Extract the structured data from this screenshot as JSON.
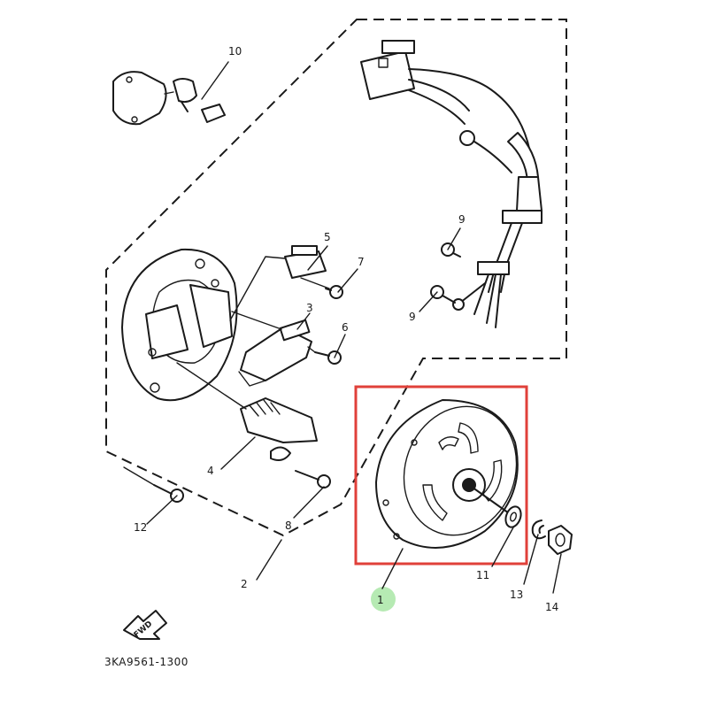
{
  "diagram": {
    "part_code": "3KA9561-1300",
    "forward_arrow_text": "FWD",
    "highlight_color": "#e0403a",
    "marker_color": "#9ee39a",
    "callouts": [
      {
        "id": "1",
        "text": "1"
      },
      {
        "id": "2",
        "text": "2"
      },
      {
        "id": "3",
        "text": "3"
      },
      {
        "id": "4",
        "text": "4"
      },
      {
        "id": "5",
        "text": "5"
      },
      {
        "id": "6",
        "text": "6"
      },
      {
        "id": "7",
        "text": "7"
      },
      {
        "id": "8",
        "text": "8"
      },
      {
        "id": "9a",
        "text": "9"
      },
      {
        "id": "9b",
        "text": "9"
      },
      {
        "id": "10",
        "text": "10"
      },
      {
        "id": "11",
        "text": "11"
      },
      {
        "id": "12",
        "text": "12"
      },
      {
        "id": "13",
        "text": "13"
      },
      {
        "id": "14",
        "text": "14"
      }
    ]
  }
}
